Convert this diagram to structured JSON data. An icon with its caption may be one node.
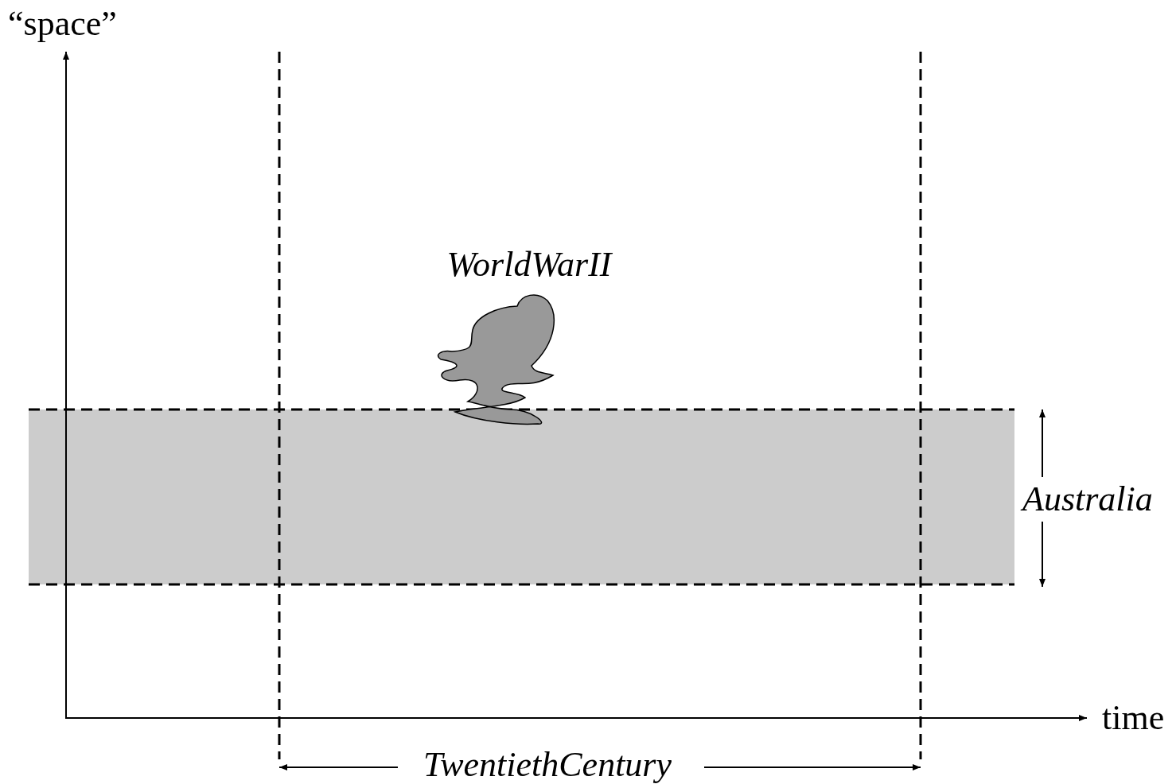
{
  "diagram": {
    "nodes": [
      {
        "text": [
          "Australia"
        ]
      },
      {
        "text": [
          "WorldWarII"
        ]
      }
    ],
    "edges": [],
    "labels": [
      "“space”",
      "time",
      "TwentiethCentury"
    ]
  }
}
